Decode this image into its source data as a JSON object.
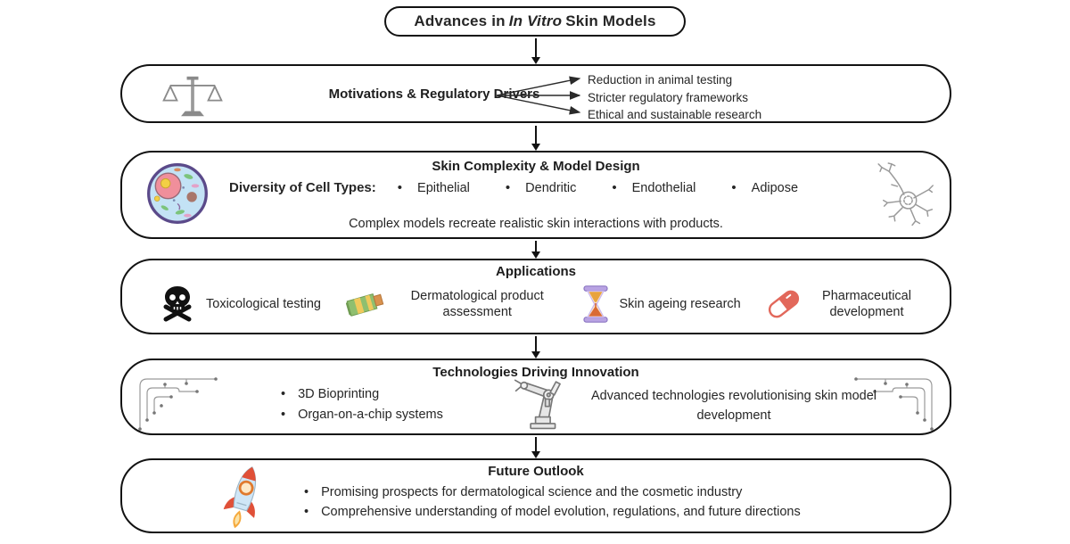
{
  "title": {
    "pre": "Advances in",
    "italic": "In Vitro",
    "post": "Skin Models"
  },
  "motivations": {
    "heading": "Motivations & Regulatory Drivers",
    "drivers": [
      "Reduction in animal testing",
      "Stricter regulatory frameworks",
      "Ethical and sustainable research"
    ]
  },
  "complexity": {
    "heading": "Skin Complexity & Model Design",
    "cell_types_label": "Diversity of Cell Types:",
    "cell_types": [
      "Epithelial",
      "Dendritic",
      "Endothelial",
      "Adipose"
    ],
    "note": "Complex models recreate realistic skin interactions with products."
  },
  "applications": {
    "heading": "Applications",
    "items": [
      {
        "icon": "skull-crossbones-icon",
        "label": "Toxicological testing"
      },
      {
        "icon": "cream-tube-icon",
        "label": "Dermatological product assessment"
      },
      {
        "icon": "hourglass-icon",
        "label": "Skin ageing research"
      },
      {
        "icon": "capsule-pill-icon",
        "label": "Pharmaceutical development"
      }
    ]
  },
  "technologies": {
    "heading": "Technologies Driving Innovation",
    "bullets": [
      "3D Bioprinting",
      "Organ-on-a-chip systems"
    ],
    "note": "Advanced technologies revolutionising skin model development"
  },
  "future": {
    "heading": "Future Outlook",
    "bullets": [
      "Promising prospects for dermatological science and the cosmetic industry",
      "Comprehensive understanding of model evolution, regulations, and future directions"
    ]
  },
  "colors": {
    "outline": "#121212",
    "text": "#262626",
    "accent_red": "#e2685b",
    "cell_blue": "#c3e2f5",
    "icon_gray": "#8a8a8a"
  }
}
